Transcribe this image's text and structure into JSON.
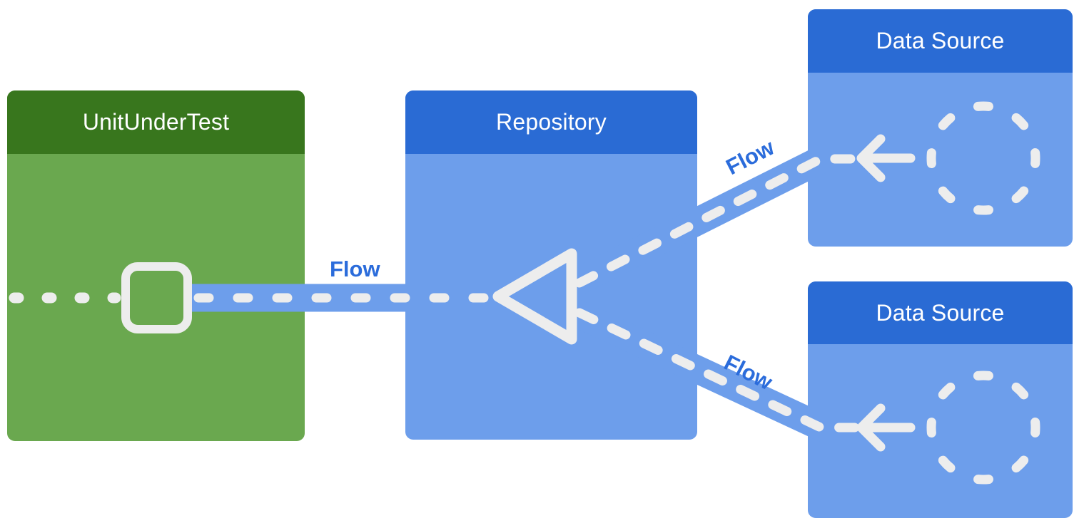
{
  "diagram": {
    "background_color": "#ffffff",
    "colors": {
      "green_header": "#38761D",
      "green_body": "#6AA84F",
      "blue_header": "#2A6BD4",
      "blue_body": "#6D9EEB",
      "connector_band": "#6D9EEB",
      "connector_dash": "#EDEDED",
      "flow_label_text": "#2B6CDB",
      "title_text": "#FFFFFF"
    },
    "nodes": [
      {
        "id": "unit-under-test",
        "title": "UnitUnderTest",
        "icon": "square-icon"
      },
      {
        "id": "repository",
        "title": "Repository",
        "icon": "triangle-icon"
      },
      {
        "id": "data-source-top",
        "title": "Data Source",
        "icon": "dashed-circle-icon"
      },
      {
        "id": "data-source-bottom",
        "title": "Data Source",
        "icon": "dashed-circle-icon"
      }
    ],
    "edges": [
      {
        "id": "flow-main",
        "label": "Flow",
        "from": "repository",
        "to": "unit-under-test"
      },
      {
        "id": "flow-top",
        "label": "Flow",
        "from": "data-source-top",
        "to": "repository"
      },
      {
        "id": "flow-bottom",
        "label": "Flow",
        "from": "data-source-bottom",
        "to": "repository"
      }
    ]
  }
}
